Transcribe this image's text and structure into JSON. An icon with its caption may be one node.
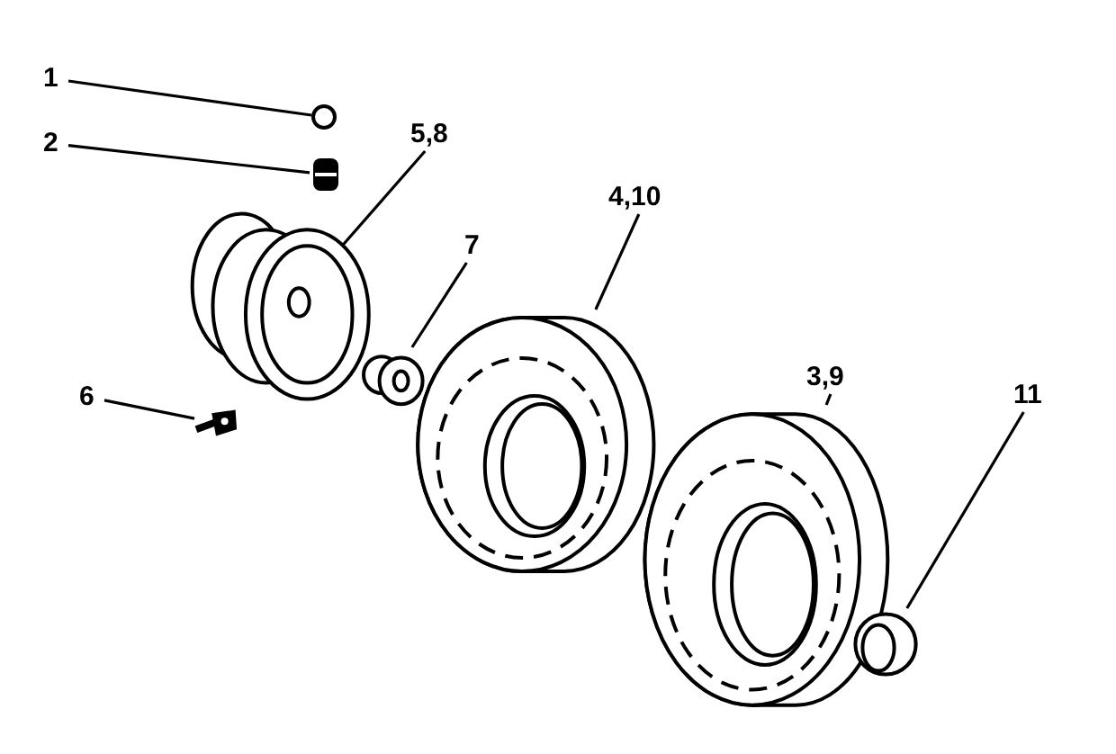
{
  "diagram": {
    "nodes": [
      {
        "text": [
          "1"
        ]
      },
      {
        "text": [],
        "shape": "circle"
      },
      {
        "text": [
          "2"
        ]
      },
      {
        "text": [],
        "shape": "picture"
      },
      {
        "text": [
          "5,8"
        ]
      },
      {
        "text": [],
        "shape": "picture"
      },
      {
        "text": [
          "7"
        ]
      },
      {
        "text": [],
        "shape": "picture"
      },
      {
        "text": [
          "4,10"
        ]
      },
      {
        "text": [],
        "shape": "picture"
      },
      {
        "text": [
          "6"
        ]
      },
      {
        "text": [],
        "shape": "picture"
      },
      {
        "text": [
          "3,9"
        ]
      },
      {
        "text": [],
        "shape": "picture"
      },
      {
        "text": [
          "11"
        ]
      },
      {
        "text": [],
        "shape": "picture"
      }
    ],
    "edges": [
      {
        "from": 0,
        "to": 1,
        "arrow": "none"
      },
      {
        "from": 2,
        "to": 3,
        "arrow": "none"
      },
      {
        "from": 4,
        "to": 5,
        "arrow": "none"
      },
      {
        "from": 6,
        "to": 7,
        "arrow": "none"
      },
      {
        "from": 8,
        "to": 9,
        "arrow": "none"
      },
      {
        "from": 10,
        "to": 11,
        "arrow": "none"
      },
      {
        "from": 12,
        "to": 13,
        "arrow": "none"
      },
      {
        "from": 14,
        "to": 15,
        "arrow": "none"
      }
    ]
  }
}
